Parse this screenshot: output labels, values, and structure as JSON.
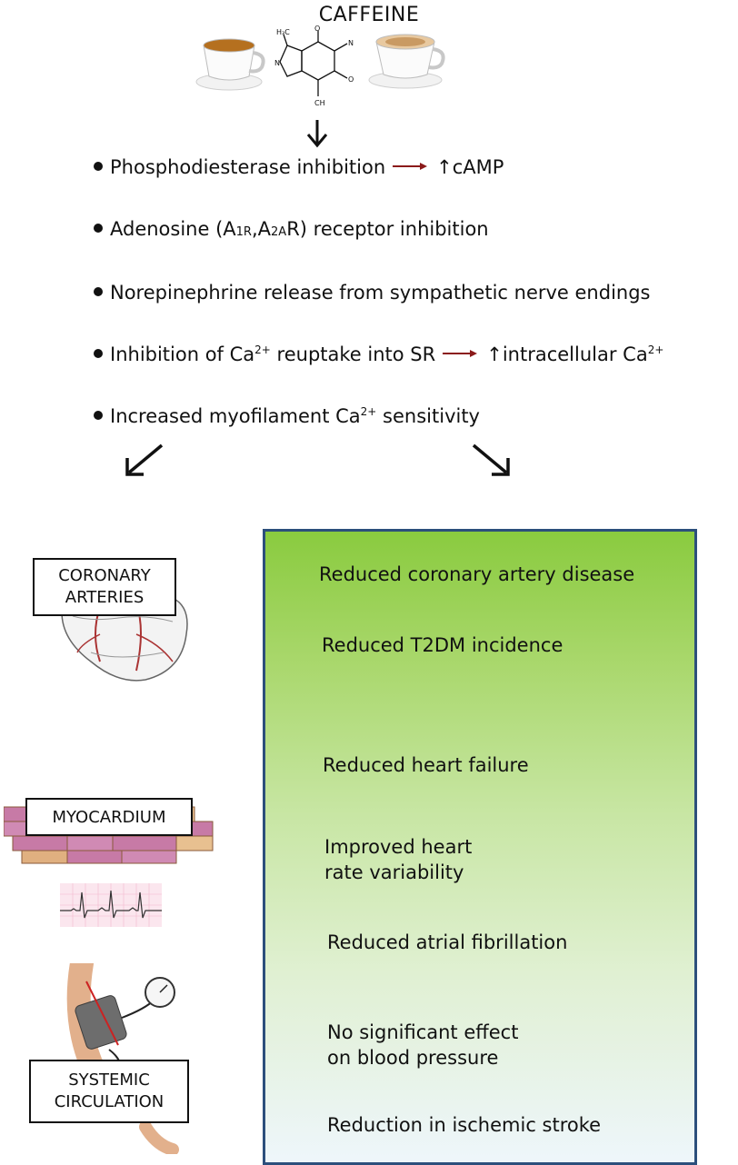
{
  "title": "CAFFEINE",
  "mechanisms": [
    {
      "text": "Phosphodiesterase inhibition",
      "result": "↑cAMP"
    },
    {
      "pre": "Adenosine (A",
      "sub1": "1R",
      "mid": ",A",
      "sub2": "2A",
      "post": "R) receptor inhibition"
    },
    {
      "text": "Norepinephrine release from sympathetic nerve endings"
    },
    {
      "pre": "Inhibition of Ca",
      "sup": "2+",
      "post": " reuptake into SR",
      "result_pre": "↑intracellular Ca",
      "result_sup": "2+"
    },
    {
      "pre": "Increased myofilament Ca",
      "sup": "2+",
      "post": " sensitivity"
    }
  ],
  "targets": [
    {
      "line1": "CORONARY",
      "line2": "ARTERIES"
    },
    {
      "line1": "MYOCARDIUM"
    },
    {
      "line1": "SYSTEMIC",
      "line2": "CIRCULATION"
    }
  ],
  "effects": [
    {
      "line1": "Reduced coronary artery disease"
    },
    {
      "line1": "Reduced T2DM incidence"
    },
    {
      "line1": "Reduced heart failure"
    },
    {
      "line1": "Improved heart",
      "line2": "rate variability"
    },
    {
      "line1": "Reduced atrial fibrillation"
    },
    {
      "line1": "No significant effect",
      "line2": "on blood pressure"
    },
    {
      "line1": "Reduction in ischemic stroke"
    }
  ],
  "colors": {
    "panel_border": "#2c4f7c",
    "panel_top": "#8acb3f",
    "arrow_red": "#8b1a1a"
  },
  "icons": [
    "tea-cup-icon",
    "caffeine-molecule-icon",
    "cappuccino-cup-icon",
    "heart-icon",
    "muscle-tissue-icon",
    "ecg-icon",
    "blood-pressure-cuff-icon"
  ]
}
